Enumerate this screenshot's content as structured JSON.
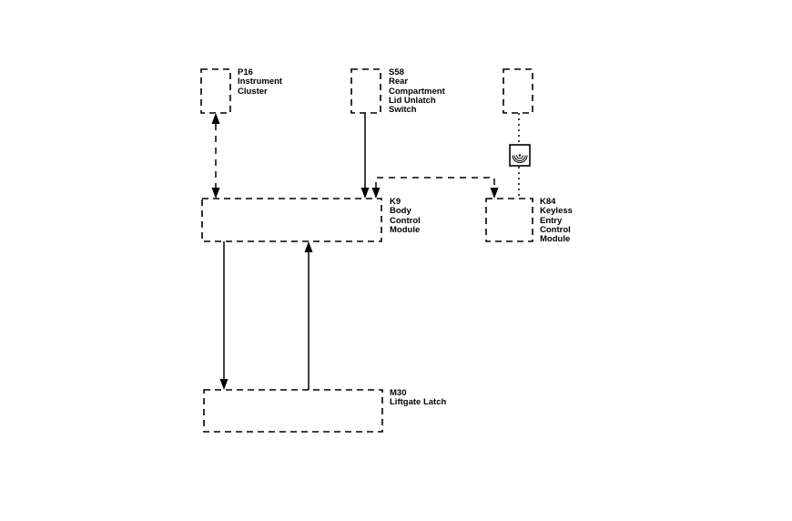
{
  "components": {
    "p16": {
      "lines": [
        "P16",
        "Instrument",
        "Cluster"
      ]
    },
    "s58": {
      "lines": [
        "S58",
        "Rear",
        "Compartment",
        "Lid Unlatch",
        "Switch"
      ]
    },
    "k9": {
      "lines": [
        "K9",
        "Body",
        "Control",
        "Module"
      ]
    },
    "k84": {
      "lines": [
        "K84",
        "Keyless",
        "Entry",
        "Control",
        "Module"
      ]
    },
    "m30": {
      "lines": [
        "M30",
        "Liftgate Latch"
      ]
    }
  },
  "icons": {
    "antenna": "wireless-antenna-icon"
  }
}
